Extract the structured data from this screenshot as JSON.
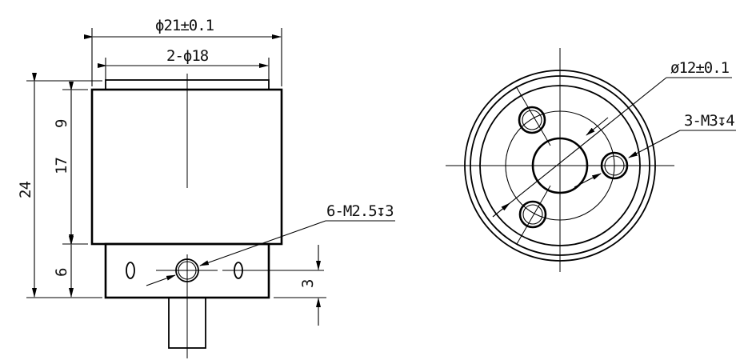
{
  "drawing": {
    "title": "Sensor mechanical dimension drawing",
    "stroke_color": "#000000",
    "background": "#ffffff"
  },
  "side_view": {
    "dim_outer_diameter": "ϕ21±0.1",
    "dim_plate_diameter": "2-ϕ18",
    "dim_total_height": "24",
    "dim_body_height": "17",
    "dim_upper_section": "9",
    "dim_lower_block": "6",
    "dim_hole_offset": "3",
    "callout_side_holes": "6-M2.5↧3"
  },
  "end_view": {
    "callout_center_diameter": "ø12±0.1",
    "callout_threaded_holes": "3-M3↧4"
  }
}
